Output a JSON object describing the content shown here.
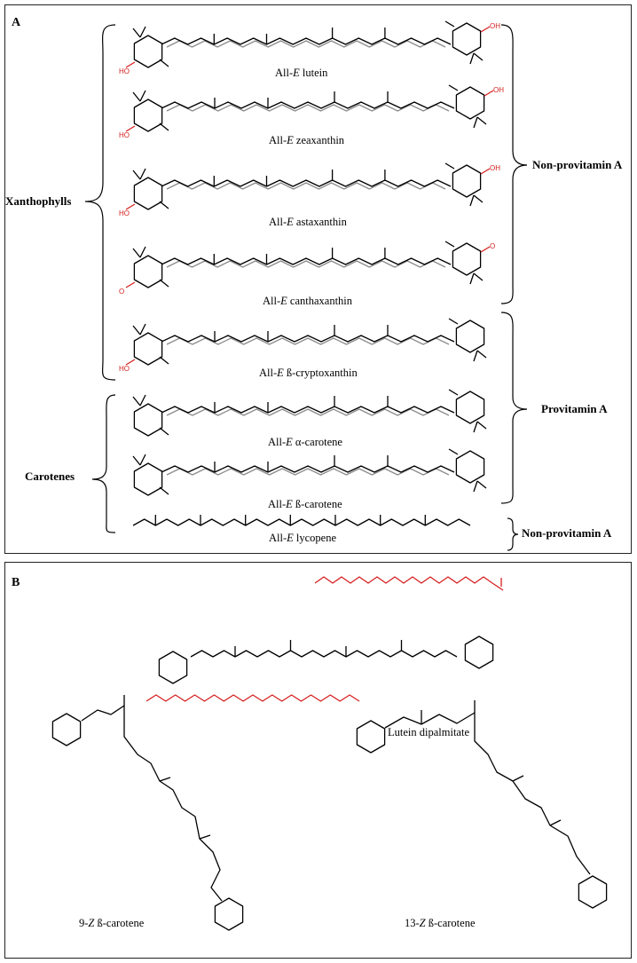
{
  "panel_a": {
    "letter": "A",
    "groups": {
      "xanthophylls": "Xanthophylls",
      "carotenes": "Carotenes"
    },
    "classes": {
      "non_provitamin_a_1": "Non-provitamin A",
      "provitamin_a": "Provitamin A",
      "non_provitamin_a_2": "Non-provitamin A"
    },
    "molecules": [
      {
        "prefix": "All-",
        "italic": "E",
        "name": " lutein"
      },
      {
        "prefix": "All-",
        "italic": "E",
        "name": " zeaxanthin"
      },
      {
        "prefix": "All-",
        "italic": "E",
        "name": " astaxanthin"
      },
      {
        "prefix": "All-",
        "italic": "E",
        "name": " canthaxanthin"
      },
      {
        "prefix": "All-",
        "italic": "E",
        "name": " ß-cryptoxanthin"
      },
      {
        "prefix": "All-",
        "italic": "E",
        "name": " α-carotene"
      },
      {
        "prefix": "All-",
        "italic": "E",
        "name": " ß-carotene"
      },
      {
        "prefix": "All-",
        "italic": "E",
        "name": " lycopene"
      }
    ],
    "atom_labels": {
      "oh": "OH",
      "ho": "HO",
      "o": "O"
    }
  },
  "panel_b": {
    "letter": "B",
    "molecules": [
      {
        "prefix": "",
        "italic": "",
        "name": "Lutein dipalmitate"
      },
      {
        "prefix": "9-",
        "italic": "Z",
        "name": " ß-carotene"
      },
      {
        "prefix": "13-",
        "italic": "Z",
        "name": " ß-carotene"
      }
    ]
  }
}
